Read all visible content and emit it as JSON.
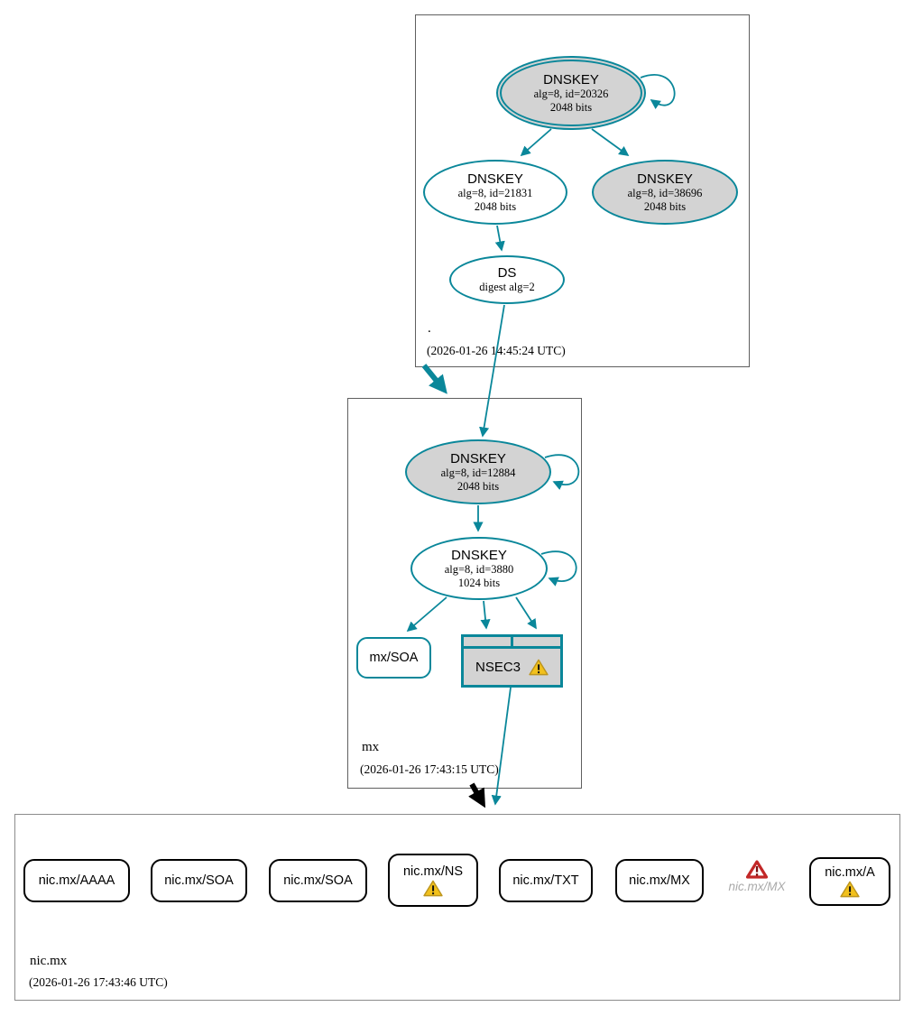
{
  "colors": {
    "secure": "#0a879a",
    "insecure": "#000000",
    "warning": "#f2c11c",
    "error": "#c22727",
    "node_fill": "#d3d3d3"
  },
  "zones": [
    {
      "name": ".",
      "timestamp": "(2026-01-26 14:45:24 UTC)",
      "nodes": {
        "ksk": {
          "title": "DNSKEY",
          "alg": "alg=8, id=20326",
          "bits": "2048 bits"
        },
        "zsk": {
          "title": "DNSKEY",
          "alg": "alg=8, id=21831",
          "bits": "2048 bits"
        },
        "key2": {
          "title": "DNSKEY",
          "alg": "alg=8, id=38696",
          "bits": "2048 bits"
        },
        "ds": {
          "title": "DS",
          "digest": "digest alg=2"
        }
      }
    },
    {
      "name": "mx",
      "timestamp": "(2026-01-26 17:43:15 UTC)",
      "nodes": {
        "ksk": {
          "title": "DNSKEY",
          "alg": "alg=8, id=12884",
          "bits": "2048 bits"
        },
        "zsk": {
          "title": "DNSKEY",
          "alg": "alg=8, id=3880",
          "bits": "1024 bits"
        },
        "soa": {
          "label": "mx/SOA"
        },
        "nsec3": {
          "label": "NSEC3"
        }
      }
    },
    {
      "name": "nic.mx",
      "timestamp": "(2026-01-26 17:43:46 UTC)",
      "rrsets": [
        {
          "label": "nic.mx/AAAA",
          "status": "ok"
        },
        {
          "label": "nic.mx/SOA",
          "status": "ok"
        },
        {
          "label": "nic.mx/SOA",
          "status": "ok"
        },
        {
          "label": "nic.mx/NS",
          "status": "warning"
        },
        {
          "label": "nic.mx/TXT",
          "status": "ok"
        },
        {
          "label": "nic.mx/MX",
          "status": "ok"
        },
        {
          "label": "nic.mx/MX",
          "status": "error"
        },
        {
          "label": "nic.mx/A",
          "status": "warning"
        }
      ]
    }
  ]
}
